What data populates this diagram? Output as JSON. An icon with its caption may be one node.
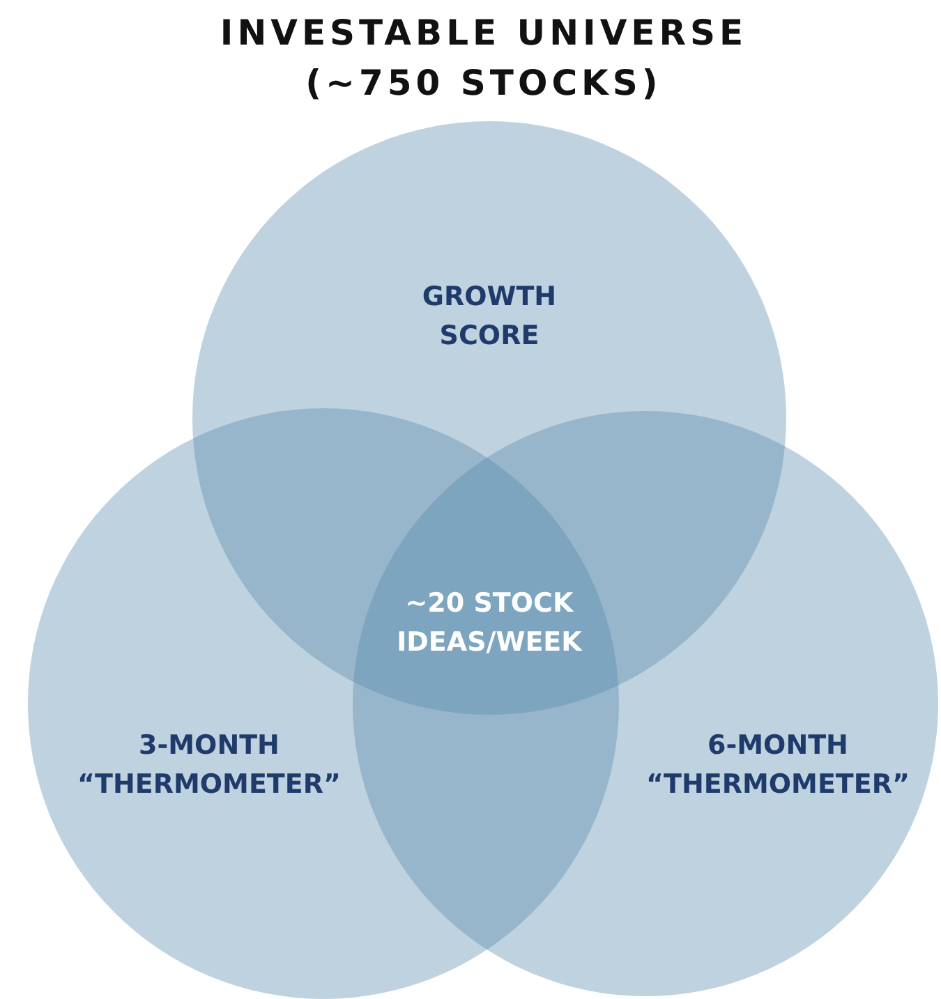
{
  "diagram": {
    "title": "INVESTABLE UNIVERSE (~750 STOCKS)",
    "nodes": [
      {
        "text": [
          "GROWTH SCORE"
        ]
      },
      {
        "text": [
          "3-MONTH “THERMOMETER”"
        ]
      },
      {
        "text": [
          "6-MONTH “THERMOMETER”"
        ]
      },
      {
        "text": [
          "~20 STOCK IDEAS/WEEK"
        ]
      }
    ],
    "edges": []
  }
}
